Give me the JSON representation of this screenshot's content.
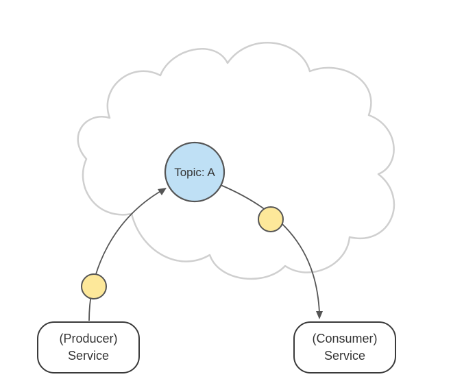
{
  "diagram": {
    "topic": {
      "label": "Topic: A",
      "fill_color": "#bfe0f5"
    },
    "producer": {
      "line1": "(Producer)",
      "line2": "Service"
    },
    "consumer": {
      "line1": "(Consumer)",
      "line2": "Service"
    },
    "colors": {
      "cloud_outline": "#cfcfcf",
      "message_dot": "#fde89a",
      "connector": "#555555"
    }
  }
}
